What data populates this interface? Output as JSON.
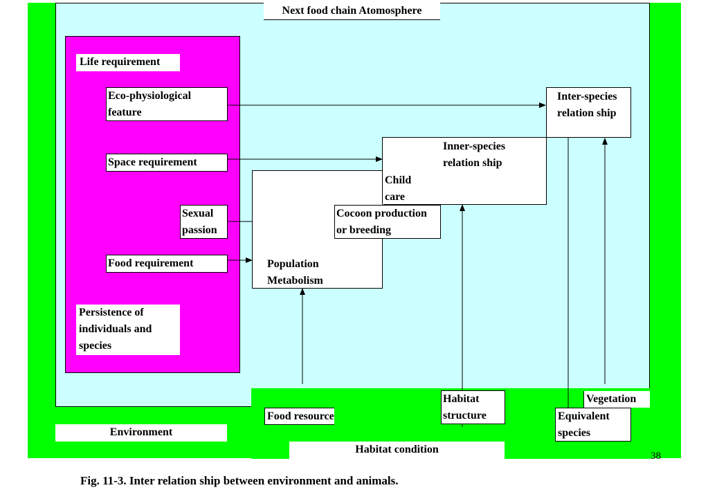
{
  "diagram": {
    "top_label": "Next food chain Atomosphere",
    "life_requirement": "Life requirement",
    "eco_physiological": [
      "Eco-physiological",
      "feature"
    ],
    "space_requirement": "Space requirement",
    "sexual_passion": [
      "Sexual",
      "passion"
    ],
    "food_requirement": "Food requirement",
    "persistence": [
      "Persistence of",
      "individuals and",
      "species"
    ],
    "inter_species": [
      "Inter-species",
      "relation ship"
    ],
    "inner_species": [
      "Inner-species",
      "relation ship"
    ],
    "child_care": [
      "Child",
      "care"
    ],
    "cocoon": [
      "Cocoon production",
      "or breeding"
    ],
    "population": [
      "Population",
      "Metabolism"
    ],
    "food_resource": "Food resource",
    "habitat_structure": [
      "Habitat",
      "structure"
    ],
    "vegetation": "Vegetation",
    "equivalent_species": [
      "Equivalent",
      "species"
    ],
    "environment": "Environment",
    "habitat_condition": "Habitat condition",
    "page_number": "38",
    "caption": "Fig. 11-3.  Inter relation ship between environment and animals."
  },
  "colors": {
    "environment_bg": "#00ff00",
    "atmosphere_bg": "#ccffff",
    "life_requirement_bg": "#ff00ff",
    "box_bg": "#ffffff"
  }
}
